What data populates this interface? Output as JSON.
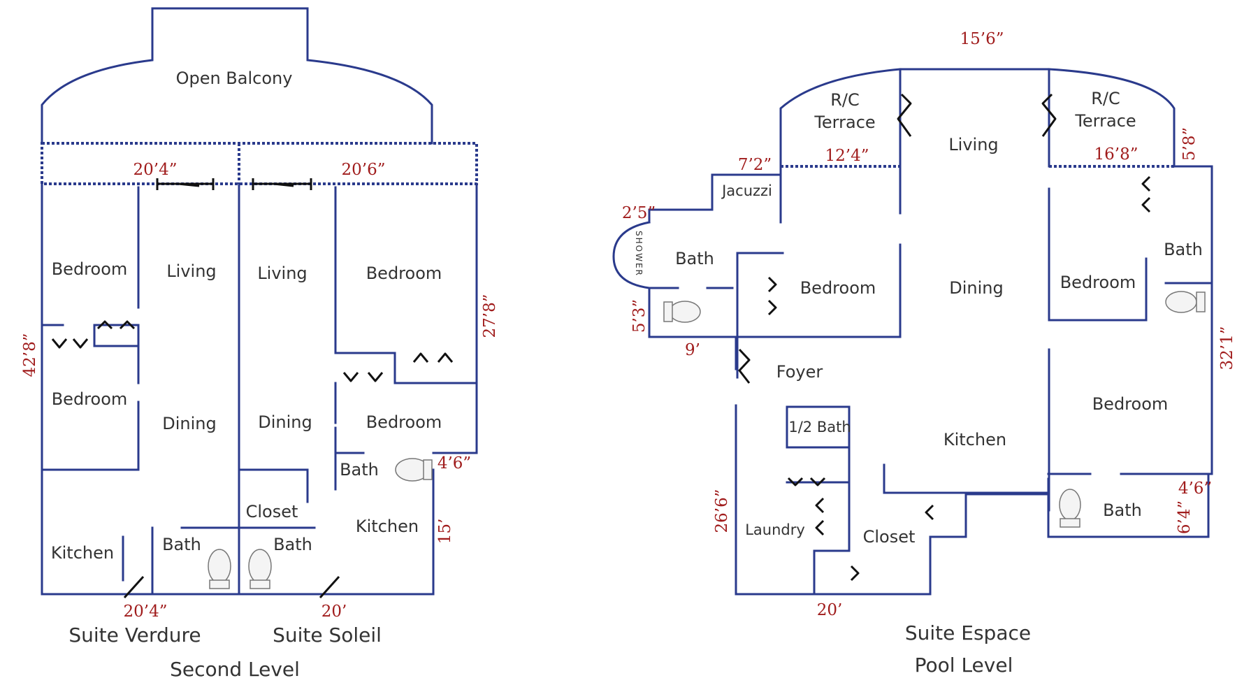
{
  "left_plan": {
    "balcony": "Open Balcony",
    "suite_verdure": {
      "name": "Suite Verdure",
      "rooms": [
        "Bedroom",
        "Living",
        "Bedroom",
        "Dining",
        "Kitchen",
        "Bath"
      ],
      "dims": {
        "top": "20’4”",
        "bottom": "20’4”",
        "left": "42’8”"
      }
    },
    "suite_soleil": {
      "name": "Suite Soleil",
      "rooms": [
        "Living",
        "Bedroom",
        "Dining",
        "Bedroom",
        "Bath",
        "Closet",
        "Bath",
        "Kitchen"
      ],
      "dims": {
        "top": "20’6”",
        "bottom": "20’",
        "right": "27’8”",
        "bath": "4’6”",
        "kitchen": "15’"
      }
    },
    "level": "Second Level"
  },
  "right_plan": {
    "name": "Suite Espace",
    "level": "Pool Level",
    "rooms": {
      "terrace_left": [
        "R/C",
        "Terrace"
      ],
      "terrace_right": [
        "R/C",
        "Terrace"
      ],
      "living": "Living",
      "jacuzzi": "Jacuzzi",
      "shower": "SHOWER",
      "bath_left": "Bath",
      "bedroom_left": "Bedroom",
      "dining": "Dining",
      "bedroom_right": "Bedroom",
      "bath_right": "Bath",
      "foyer": "Foyer",
      "half_bath": "1/2 Bath",
      "kitchen": "Kitchen",
      "bedroom_lower": "Bedroom",
      "laundry": "Laundry",
      "closet": "Closet",
      "bath_lower": "Bath"
    },
    "dims": {
      "top": "15’6”",
      "terrace_left": "12’4”",
      "terrace_right": "16’8”",
      "right_top": "5’8”",
      "jacuzzi": "7’2”",
      "shower": "2’5”",
      "bath_side": "5’3”",
      "bath_bottom": "9’",
      "right_side": "32’1”",
      "bath_lower_top": "4’6”",
      "bath_lower_side": "6’4”",
      "left_side": "26’6”",
      "bottom": "20’"
    }
  }
}
